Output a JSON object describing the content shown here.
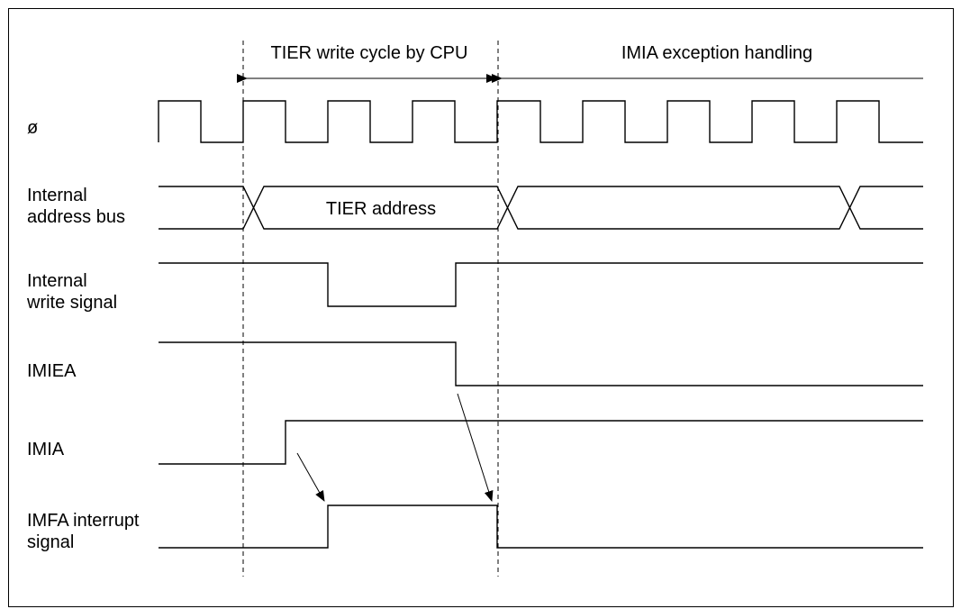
{
  "header": {
    "phase1": "TIER write cycle by CPU",
    "phase2": "IMIA exception handling"
  },
  "signals": [
    {
      "id": "clock",
      "lines": [
        "ø"
      ]
    },
    {
      "id": "address_bus",
      "lines": [
        "Internal",
        "address bus"
      ]
    },
    {
      "id": "write_signal",
      "lines": [
        "Internal",
        "write signal"
      ]
    },
    {
      "id": "imiea",
      "lines": [
        "IMIEA"
      ]
    },
    {
      "id": "imia",
      "lines": [
        "IMIA"
      ]
    },
    {
      "id": "imfa",
      "lines": [
        "IMFA interrupt",
        "signal"
      ]
    }
  ],
  "bus_value": "TIER address"
}
